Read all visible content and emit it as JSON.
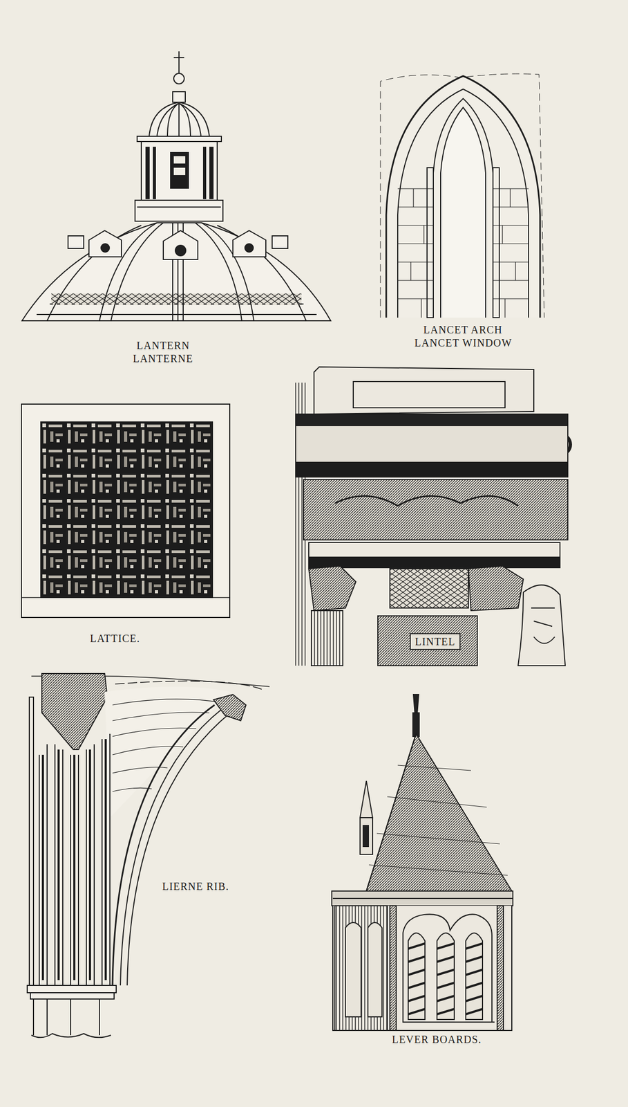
{
  "diagram": {
    "labels": [
      "LANTERN",
      "LANTERNE",
      "LANCET ARCH",
      "LANCET WINDOW",
      "LATTICE.",
      "LINTEL",
      "LIERNE RIB.",
      "LEVER BOARDS."
    ]
  }
}
